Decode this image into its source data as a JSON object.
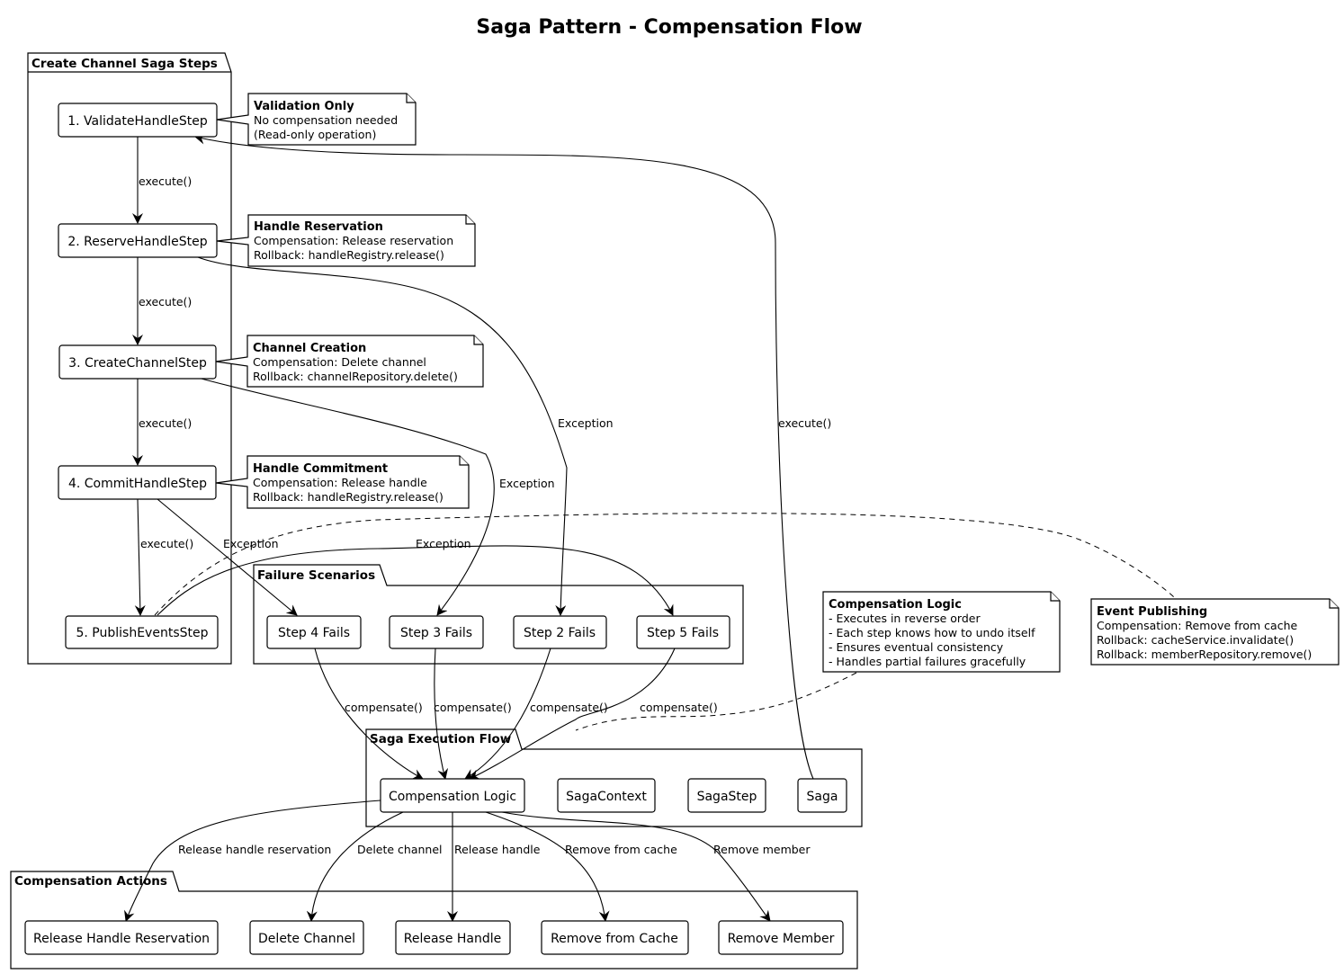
{
  "title": "Saga Pattern - Compensation Flow",
  "packages": {
    "steps": "Create Channel Saga Steps",
    "failures": "Failure Scenarios",
    "execution": "Saga Execution Flow",
    "actions": "Compensation Actions"
  },
  "nodes": {
    "step1": "1. ValidateHandleStep",
    "step2": "2. ReserveHandleStep",
    "step3": "3. CreateChannelStep",
    "step4": "4. CommitHandleStep",
    "step5": "5. PublishEventsStep",
    "fail4": "Step 4 Fails",
    "fail3": "Step 3 Fails",
    "fail2": "Step 2 Fails",
    "fail5": "Step 5 Fails",
    "comp_logic": "Compensation Logic",
    "saga_context": "SagaContext",
    "saga_step": "SagaStep",
    "saga": "Saga",
    "act_release_res": "Release Handle Reservation",
    "act_delete_channel": "Delete Channel",
    "act_release_handle": "Release Handle",
    "act_remove_cache": "Remove from Cache",
    "act_remove_member": "Remove Member"
  },
  "edge_labels": {
    "execute_1_2": "execute()",
    "execute_2_3": "execute()",
    "execute_3_4": "execute()",
    "execute_4_5": "execute()",
    "saga_execute": "execute()",
    "exc_2": "Exception",
    "exc_3": "Exception",
    "exc_4": "Exception",
    "exc_5": "Exception",
    "comp_4": "compensate()",
    "comp_3": "compensate()",
    "comp_2": "compensate()",
    "comp_5": "compensate()",
    "act_1": "Release handle reservation",
    "act_2": "Delete channel",
    "act_3": "Release handle",
    "act_4": "Remove from cache",
    "act_5": "Remove member"
  },
  "notes": {
    "validation": {
      "title": "Validation Only",
      "lines": [
        "No compensation needed",
        "(Read-only operation)"
      ]
    },
    "reservation": {
      "title": "Handle Reservation",
      "lines": [
        "Compensation: Release reservation",
        "Rollback: handleRegistry.release()"
      ]
    },
    "creation": {
      "title": "Channel Creation",
      "lines": [
        "Compensation: Delete channel",
        "Rollback: channelRepository.delete()"
      ]
    },
    "commitment": {
      "title": "Handle Commitment",
      "lines": [
        "Compensation: Release handle",
        "Rollback: handleRegistry.release()"
      ]
    },
    "logic": {
      "title": "Compensation Logic",
      "lines": [
        "- Executes in reverse order",
        "- Each step knows how to undo itself",
        "- Ensures eventual consistency",
        "- Handles partial failures gracefully"
      ]
    },
    "publishing": {
      "title": "Event Publishing",
      "lines": [
        "Compensation: Remove from cache",
        "Rollback: cacheService.invalidate()",
        "Rollback: memberRepository.remove()"
      ]
    }
  }
}
